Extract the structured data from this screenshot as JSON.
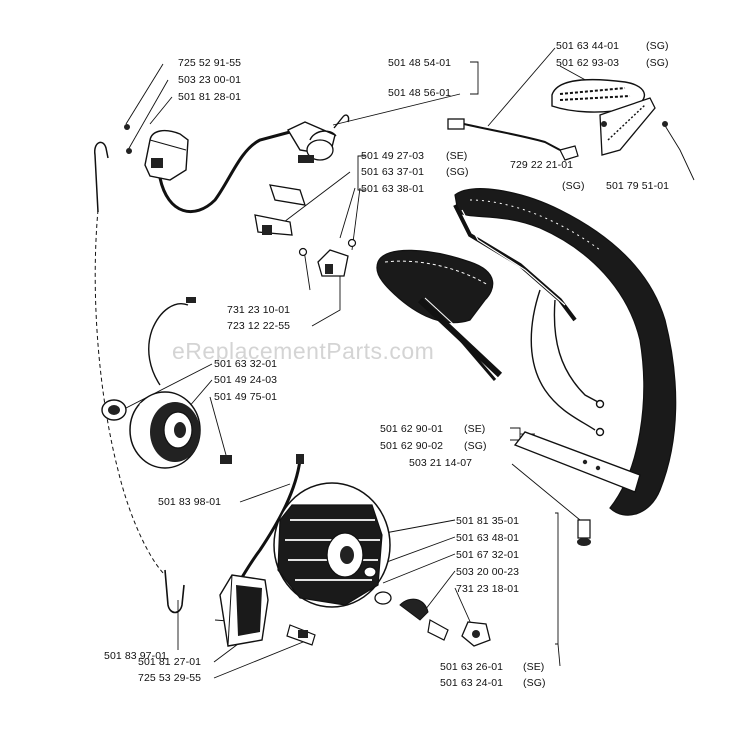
{
  "watermark": "eReplacementParts.com",
  "labels": {
    "p725529155": "725 52 91-55",
    "p503230001": "503 23 00-01",
    "p501812801": "501 81 28-01",
    "p501485401": "501 48 54-01",
    "p501485601": "501 48 56-01",
    "p501634401": "501 63 44-01",
    "p501634401_tag": "(SG)",
    "p501629303": "501 62 93-03",
    "p501629303_tag": "(SG)",
    "p729222101": "729 22 21-01",
    "p729222101_tag": "(SG)",
    "p501795101": "501 79 51-01",
    "p501492703": "501 49 27-03",
    "p501492703_tag": "(SE)",
    "p501633701": "501 63 37-01",
    "p501633701_tag": "(SG)",
    "p501633801": "501 63 38-01",
    "p731231001": "731 23 10-01",
    "p723122255": "723 12 22-55",
    "p501633201": "501 63 32-01",
    "p501492403": "501 49 24-03",
    "p501497501": "501 49 75-01",
    "p501629001": "501 62 90-01",
    "p501629001_tag": "(SE)",
    "p501629002": "501 62 90-02",
    "p501629002_tag": "(SG)",
    "p503211407": "503 21 14-07",
    "p501839801": "501 83 98-01",
    "p501813501": "501 81 35-01",
    "p501634801": "501 63 48-01",
    "p501673201": "501 67 32-01",
    "p503200023": "503 20 00-23",
    "p731231801": "731 23 18-01",
    "p501839701": "501 83 97-01",
    "p501812701": "501 81 27-01",
    "p725532955": "725 53 29-55",
    "p501632601": "501 63 26-01",
    "p501632601_tag": "(SE)",
    "p501632401": "501 63 24-01",
    "p501632401_tag": "(SG)"
  }
}
